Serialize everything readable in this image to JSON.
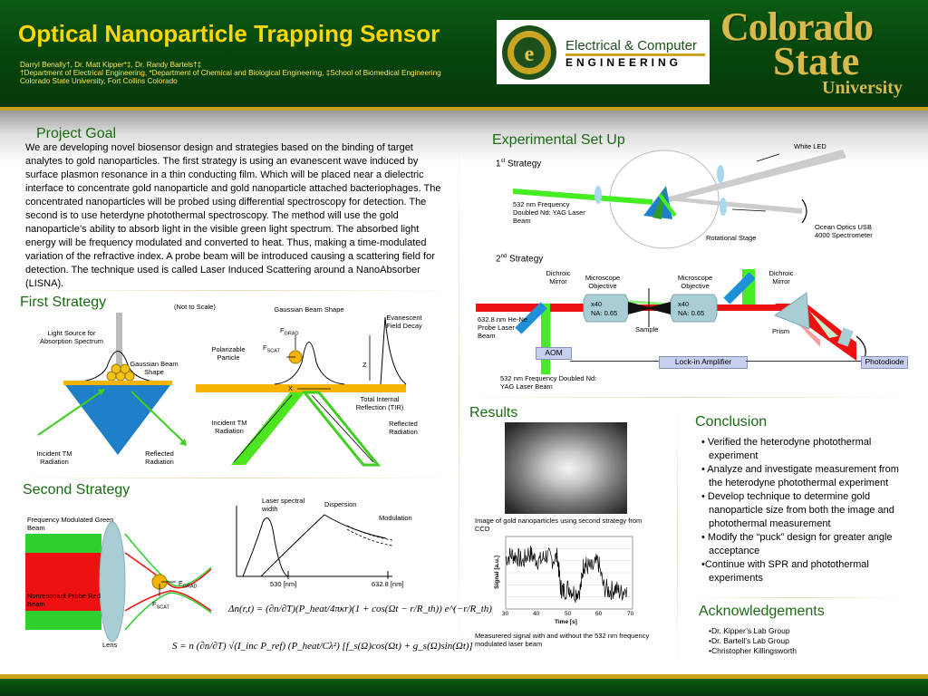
{
  "header": {
    "title": "Optical Nanoparticle Trapping Sensor",
    "authors": "Darryl Benally†, Dr. Matt Kipper*‡, Dr. Randy Bartels†‡",
    "affiliations": "†Department of Electrical Engineering, *Department of Chemical and Biological Engineering, ‡School of Biomedical Engineering",
    "university": "Colorado State University, Fort Collins Colorado",
    "ece_logo": {
      "line1": "Electrical & Computer",
      "line2": "ENGINEERING"
    },
    "csu_logo": {
      "line1": "Colorado",
      "line2": "State",
      "line3": "University"
    }
  },
  "project_goal": {
    "title": "Project Goal",
    "text": "We are developing novel biosensor design and strategies based on the binding of target analytes to gold nanoparticles.  The first strategy is using an evanescent wave induced by surface plasmon resonance in a thin conducting film.  Which will be placed near a dielectric interface to concentrate gold nanoparticle and gold nanoparticle attached bacteriophages.  The concentrated nanoparticles will be probed using differential spectroscopy for detection.   The second is to use heterdyne photothermal spectroscopy.  The method will use the gold nanoparticle’s ability to absorb light in the visible green light spectrum.  The absorbed light energy will be frequency modulated and converted to heat.  Thus, making a time-modulated variation of the refractive index.  A probe beam will be introduced causing a scattering field for detection.  The technique used is called Laser Induced Scattering around a NanoAbsorber (LISNA)."
  },
  "first_strategy": {
    "title": "First Strategy",
    "not_to_scale": "(Not to Scale)",
    "light_source": "Light  Source for Absorption Spectrum",
    "gaussian_left": "Gaussian Beam Shape",
    "incident_tm_left": "Incident TM Radiation",
    "reflected_left": "Reflected Radiation",
    "gaussian_right": "Gaussian Beam Shape",
    "f_grad": "F",
    "f_grad_sub": "GRAD",
    "f_scat": "F",
    "f_scat_sub": "SCAT",
    "polarizable": "Polarizable Particle",
    "evanescent": "Evanescent Field Decay",
    "z_label": "Z",
    "x_label": "X",
    "tir": "Total Internal Reflection (TIR)",
    "incident_tm_right": "Incident TM Radiation",
    "reflected_right": "Reflected Radiation"
  },
  "second_strategy": {
    "title": "Second Strategy",
    "fm_green": "Frequency Modulated Green Beam",
    "nonres_red": "Nonresonant Probe Red Beam",
    "lens": "Lens",
    "f_grad": "F",
    "f_grad_sub": "GRAD",
    "f_scat": "F",
    "f_scat_sub": "SCAT",
    "laser_width": "Laser spectral width",
    "dispersion": "Dispersion",
    "modulation": "Modulation",
    "nm530": "530 [nm]",
    "nm632": "632.8 [nm]",
    "eq1": "Δn(r,t) = (∂n/∂T)(P_heat/4πκr)(1 + cos(Ωt − r/R_th)) e^(−r/R_th)",
    "eq2": "S = n (∂n/∂T) √(I_inc P_ref) (P_heat/Cλ²) [f_s(Ω)cos(Ωt) + g_s(Ω)sin(Ωt)]"
  },
  "experimental_setup": {
    "title": "Experimental Set Up",
    "first_strategy": "1",
    "first_sup": "st",
    "first_suffix": " Strategy",
    "white_led": "White LED",
    "laser_532": "532 nm Frequency Doubled Nd: YAG Laser Beam",
    "ocean_optics": "Ocean Optics USB 4000 Spectrometer",
    "rotational_stage": "Rotational Stage",
    "second_strategy": "2",
    "second_sup": "nd",
    "second_suffix": " Strategy",
    "dichroic_left": "Dichroic Mirror",
    "obj_left": "Microscope Objective",
    "obj_right": "Microscope Objective",
    "dichroic_right": "Dichroic Mirror",
    "x40_left": "x40",
    "na_left": "NA: 0.65",
    "x40_right": "x40",
    "na_right": "NA: 0.65",
    "hene": "632.8 nm He-Ne Probe Laser Beam",
    "sample": "Sample",
    "prism": "Prism",
    "aom": "AOM",
    "lockin": "Lock-in Amplifier",
    "photodiode": "Photodiode",
    "laser_532_2": "532 nm Frequency Doubled Nd: YAG Laser Beam"
  },
  "results": {
    "title": "Results",
    "image_caption": "Image of gold nanoparticles using second strategy from CCD",
    "signal_caption": "Measurered signal with and without the 532 nm frequency modulated laser beam",
    "chart": {
      "ylabel": "Signal [a.u.]",
      "xlabel": "Time [s]",
      "xticks": [
        "30",
        "40",
        "50",
        "60",
        "70"
      ]
    }
  },
  "chart_data": {
    "type": "line",
    "title": "",
    "xlabel": "Time [s]",
    "ylabel": "Signal [a.u.]",
    "xlim": [
      28,
      72
    ],
    "ylim": [
      0,
      1
    ],
    "grid": true,
    "x": [
      28,
      30,
      32,
      34,
      36,
      38,
      40,
      42,
      44,
      46,
      47,
      48,
      50,
      52,
      54,
      55,
      56,
      58,
      60,
      62,
      64,
      66,
      68,
      70
    ],
    "series": [
      {
        "values": [
          0.7,
          0.75,
          0.72,
          0.65,
          0.78,
          0.7,
          0.66,
          0.74,
          0.68,
          0.72,
          0.3,
          0.25,
          0.3,
          0.22,
          0.28,
          0.62,
          0.6,
          0.55,
          0.66,
          0.3,
          0.25,
          0.28,
          0.22,
          0.3
        ]
      }
    ]
  },
  "conclusion": {
    "title": "Conclusion",
    "items": [
      "• Verified the heterodyne photothermal experiment",
      "• Analyze and investigate measurement from the heterodyne photothermal experiment",
      "• Develop technique to determine gold nanoparticle size from both the image and photothermal measurement",
      "• Modify the “puck” design for greater angle acceptance",
      "•Continue with SPR and photothermal experiments"
    ]
  },
  "acknowledgements": {
    "title": "Acknowledgements",
    "items": [
      "•Dr. Kipper’s Lab Group",
      "•Dr. Bartell’s Lab Group",
      "•Christopher Killingsworth"
    ]
  },
  "colors": {
    "header_green": "#06440c",
    "title_gold": "#ffd700",
    "section_green": "#1a6b12",
    "beam_green": "#44ee22",
    "beam_red": "#ee1111",
    "mirror_blue": "#1e90d8"
  }
}
